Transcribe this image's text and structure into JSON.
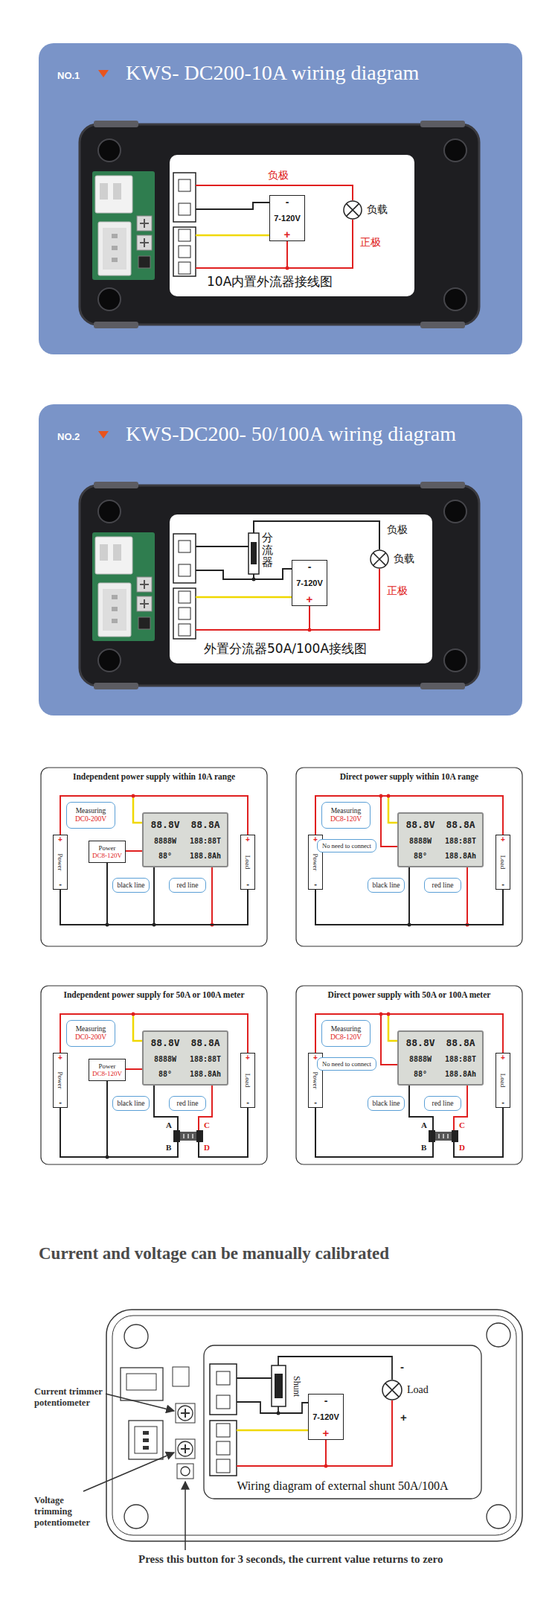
{
  "diagram": {
    "title": "Current and voltage can be manually calibrated",
    "nodes": [
      {
        "text": [
          "NO.1",
          "KWS- DC200-10A wiring diagram"
        ]
      },
      {
        "text": [
          "10A内置外流器接线图"
        ],
        "in": 0
      },
      {
        "text": [
          "-",
          "7-120V",
          "+"
        ],
        "in": 1
      },
      {
        "text": [
          "负载"
        ],
        "in": 1
      },
      {
        "text": [
          "NO.2",
          "KWS-DC200- 50/100A wiring diagram"
        ]
      },
      {
        "text": [
          "外置分流器50A/100A接线图"
        ],
        "in": 4
      },
      {
        "text": [
          "分流器"
        ],
        "in": 5
      },
      {
        "text": [
          "-",
          "7-120V",
          "+"
        ],
        "in": 5
      },
      {
        "text": [
          "负载"
        ],
        "in": 5
      },
      {
        "text": [
          "Independent power supply within 10A range"
        ]
      },
      {
        "text": [
          "+",
          "Power",
          "-"
        ],
        "in": 9
      },
      {
        "text": [
          "Measuring",
          "DC0-200V"
        ],
        "in": 9
      },
      {
        "text": [
          "Power",
          "DC8-120V"
        ],
        "in": 9
      },
      {
        "text": [
          "88.8V",
          "88.8A",
          "8888W",
          "188:88T",
          "88°",
          "188.8Ah"
        ],
        "in": 9
      },
      {
        "text": [
          "black line"
        ],
        "in": 9
      },
      {
        "text": [
          "red line"
        ],
        "in": 9
      },
      {
        "text": [
          "+",
          "Load",
          "-"
        ],
        "in": 9
      },
      {
        "text": [
          "Direct power supply within 10A range"
        ]
      },
      {
        "text": [
          "+",
          "Power",
          "-"
        ],
        "in": 17
      },
      {
        "text": [
          "Measuring",
          "DC8-120V"
        ],
        "in": 17
      },
      {
        "text": [
          "No need to connect"
        ],
        "in": 17
      },
      {
        "text": [
          "88.8V",
          "88.8A",
          "8888W",
          "188:88T",
          "88°",
          "188.8Ah"
        ],
        "in": 17
      },
      {
        "text": [
          "black line"
        ],
        "in": 17
      },
      {
        "text": [
          "red line"
        ],
        "in": 17
      },
      {
        "text": [
          "+",
          "Load",
          "-"
        ],
        "in": 17
      },
      {
        "text": [
          "Independent power supply for 50A or 100A meter"
        ]
      },
      {
        "text": [
          "+",
          "Power",
          "-"
        ],
        "in": 25
      },
      {
        "text": [
          "Measuring",
          "DC0-200V"
        ],
        "in": 25
      },
      {
        "text": [
          "Power",
          "DC8-120V"
        ],
        "in": 25
      },
      {
        "text": [
          "88.8V",
          "88.8A",
          "8888W",
          "188:88T",
          "88°",
          "188.8Ah"
        ],
        "in": 25
      },
      {
        "text": [
          "black line"
        ],
        "in": 25
      },
      {
        "text": [
          "red line"
        ],
        "in": 25
      },
      {
        "text": [
          "+",
          "Load",
          "-"
        ],
        "in": 25
      },
      {
        "text": [
          "Direct power supply with 50A or 100A meter"
        ]
      },
      {
        "text": [
          "+",
          "Power",
          "-"
        ],
        "in": 33
      },
      {
        "text": [
          "Measuring",
          "DC8-120V"
        ],
        "in": 33
      },
      {
        "text": [
          "No need to connect"
        ],
        "in": 33
      },
      {
        "text": [
          "88.8V",
          "88.8A",
          "8888W",
          "188:88T",
          "88°",
          "188.8Ah"
        ],
        "in": 33
      },
      {
        "text": [
          "black line"
        ],
        "in": 33
      },
      {
        "text": [
          "red line"
        ],
        "in": 33
      },
      {
        "text": [
          "+",
          "Load",
          "-"
        ],
        "in": 33
      },
      {
        "text": [
          "Wiring diagram of external shunt 50A/100A"
        ]
      },
      {
        "text": [
          "Shunt"
        ],
        "in": 41
      },
      {
        "text": [
          "-",
          "7-120V",
          "+"
        ],
        "in": 41
      },
      {
        "text": [
          "Load"
        ],
        "in": 41
      }
    ],
    "edges": [
      {
        "from": 10,
        "to": 16,
        "arrow": "none"
      },
      {
        "from": 10,
        "to": 16,
        "arrow": "none"
      },
      {
        "from": 18,
        "to": 24,
        "arrow": "none"
      },
      {
        "from": 18,
        "to": 24,
        "arrow": "none"
      },
      {
        "from": 26,
        "to": 32,
        "arrow": "none"
      },
      {
        "from": 34,
        "to": 40,
        "arrow": "none"
      }
    ],
    "labels": [
      "负极",
      "正极",
      "负极",
      "正极",
      "A",
      "B",
      "C",
      "D",
      "A",
      "B",
      "C",
      "D",
      "-",
      "+",
      "Current trimmer potentiometer",
      "Voltage trimming potentiometer",
      "Press this button for 3 seconds, the current value returns to zero"
    ]
  }
}
